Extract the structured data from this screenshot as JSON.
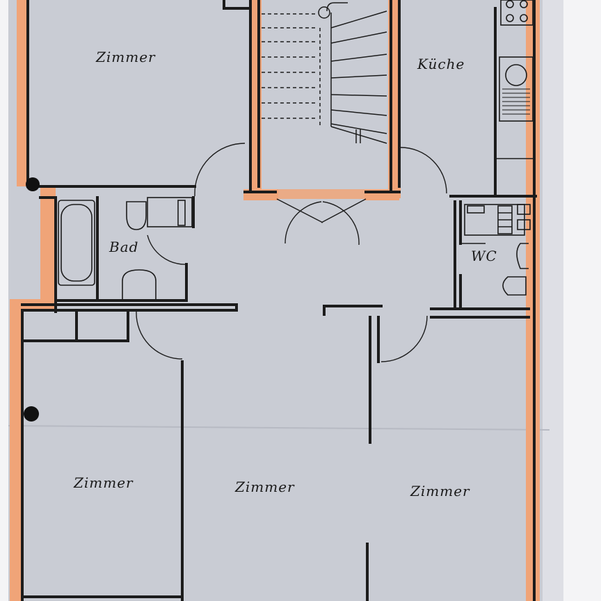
{
  "rooms": {
    "zimmer_top_left": "Zimmer",
    "kueche": "Küche",
    "bad": "Bad",
    "wc": "WC",
    "zimmer_bottom_left": "Zimmer",
    "zimmer_bottom_middle": "Zimmer",
    "zimmer_bottom_right": "Zimmer"
  },
  "colors": {
    "paper": "#c9ccd4",
    "paper_edge": "#f4f4f6",
    "wall": "#1c1c1c",
    "outer_wall_highlight": "#f0a478",
    "hatch": "#8a8a8a"
  }
}
